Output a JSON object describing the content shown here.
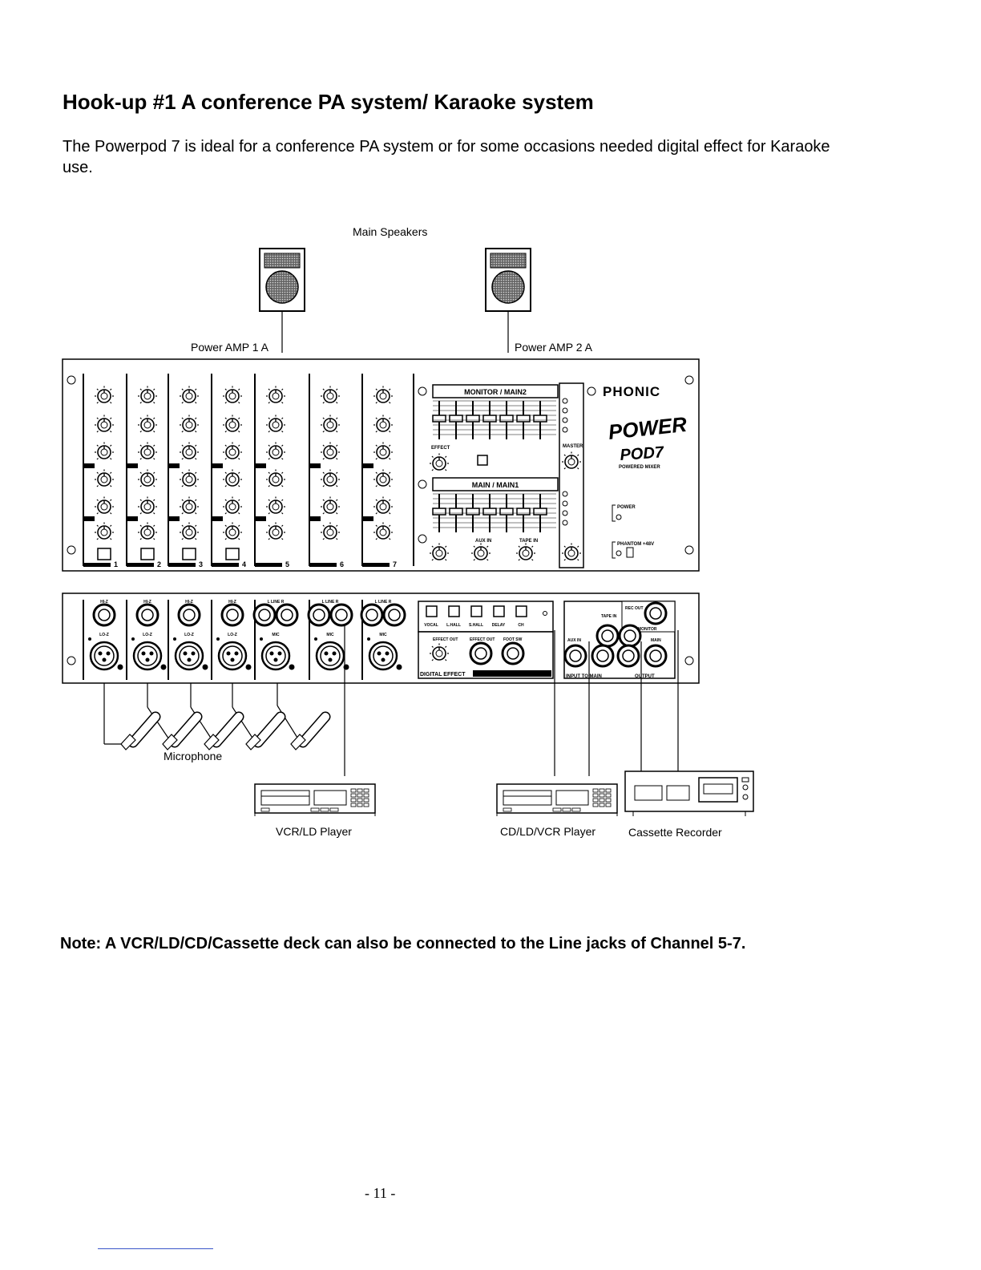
{
  "title": "Hook-up #1 A conference PA system/ Karaoke system",
  "intro": "The Powerpod 7 is ideal for a conference PA system or for some occasions needed digital effect for Karaoke use.",
  "diagram": {
    "main_speakers_label": "Main Speakers",
    "amp1_label": "Power AMP 1 A",
    "amp2_label": "Power AMP 2 A",
    "brand": "PHONIC",
    "logo_line1": "POWER",
    "logo_line2": "POD7",
    "logo_sub": "POWERED MIXER",
    "monitor_main2": "MONITOR / MAIN2",
    "main_main1": "MAIN / MAIN1",
    "effect_label": "EFFECT",
    "master_label": "MASTER",
    "aux_in_label": "AUX IN",
    "tape_in_label": "TAPE IN",
    "power_label": "POWER",
    "phantom_label": "PHANTOM +48V",
    "digital_effect_label": "DIGITAL EFFECT",
    "effect_presets": [
      "VOCAL",
      "L.HALL",
      "S.HALL",
      "DELAY",
      "CH"
    ],
    "effect_out_labels": [
      "EFFECT OUT",
      "EFFECT OUT",
      "FOOT SW"
    ],
    "input_to_main": "INPUT TO MAIN",
    "output_label": "OUTPUT",
    "tape_in": "TAPE IN",
    "rec_out": "REC OUT",
    "monitor_label": "MONITOR",
    "main_label": "MAIN",
    "channel_numbers": [
      "1",
      "2",
      "3",
      "4",
      "5",
      "6",
      "7"
    ],
    "jack_top_labels": [
      "HI-Z",
      "HI-Z",
      "HI-Z",
      "HI-Z",
      "L LINE R",
      "L LINE R",
      "L LINE R"
    ],
    "jack_bottom_labels": [
      "LO-Z",
      "LO-Z",
      "LO-Z",
      "LO-Z",
      "MIC",
      "MIC",
      "MIC"
    ],
    "microphone_label": "Microphone",
    "vcr_label": "VCR/LD Player",
    "cd_label": "CD/LD/VCR Player",
    "cassette_label": "Cassette Recorder"
  },
  "note": "Note: A VCR/LD/CD/Cassette deck can also be connected to the Line jacks of Channel 5-7.",
  "page_number": "- 11 -",
  "icons": [
    "speaker-icon",
    "knob-icon",
    "xlr-jack-icon",
    "microphone-icon",
    "player-icon",
    "cassette-icon"
  ]
}
